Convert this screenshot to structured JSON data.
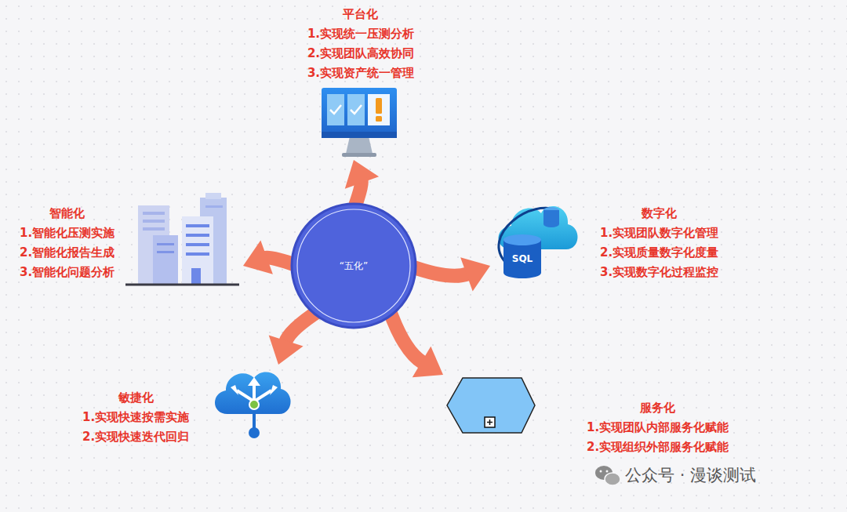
{
  "diagram": {
    "nodes": [
      {
        "text": [
          "“五化”"
        ]
      },
      {
        "text": [
          "平台化",
          "1.实现统一压测分析",
          "2.实现团队高效协同",
          "3.实现资产统一管理"
        ]
      },
      {
        "text": [
          "智能化",
          "1.智能化压测实施",
          "2.智能化报告生成",
          "3.智能化问题分析"
        ]
      },
      {
        "text": [
          "数字化",
          "1.实现团队数字化管理",
          "2.实现质量数字化度量",
          "3.实现数字化过程监控"
        ]
      },
      {
        "text": [
          "敏捷化",
          "1.实现快速按需实施",
          "2.实现快速迭代回归"
        ]
      },
      {
        "text": [
          "服务化",
          "1.实现团队内部服务化赋能",
          "2.实现组织外部服务化赋能"
        ]
      }
    ],
    "edges": [
      {
        "from": 0,
        "to": 1,
        "arrow": "to"
      },
      {
        "from": 0,
        "to": 2,
        "arrow": "to"
      },
      {
        "from": 0,
        "to": 3,
        "arrow": "to"
      },
      {
        "from": 0,
        "to": 4,
        "arrow": "to"
      },
      {
        "from": 0,
        "to": 5,
        "arrow": "to"
      }
    ],
    "labels": [
      "SQL",
      "公众号 · 漫谈测试"
    ]
  }
}
